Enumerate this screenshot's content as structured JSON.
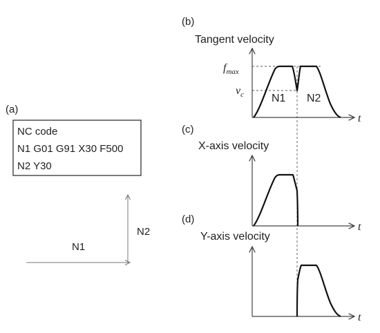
{
  "panels": {
    "a": "(a)",
    "b": "(b)",
    "c": "(c)",
    "d": "(d)"
  },
  "nc_code": {
    "lines": [
      "NC code",
      "N1 G01 G91 X30 F500",
      "N2 Y30"
    ]
  },
  "toolpath": {
    "n1": "N1",
    "n2": "N2"
  },
  "tangent": {
    "title": "Tangent velocity",
    "f_max": {
      "base": "f",
      "sub": "max"
    },
    "v_c": {
      "base": "v",
      "sub": "c"
    },
    "seg1": "N1",
    "seg2": "N2"
  },
  "x_axis": {
    "title": "X-axis velocity"
  },
  "y_axis": {
    "title": "Y-axis velocity"
  },
  "time_label": "t",
  "colors": {
    "axis": "#444444",
    "curve": "#111111",
    "text": "#1f1f1f"
  }
}
